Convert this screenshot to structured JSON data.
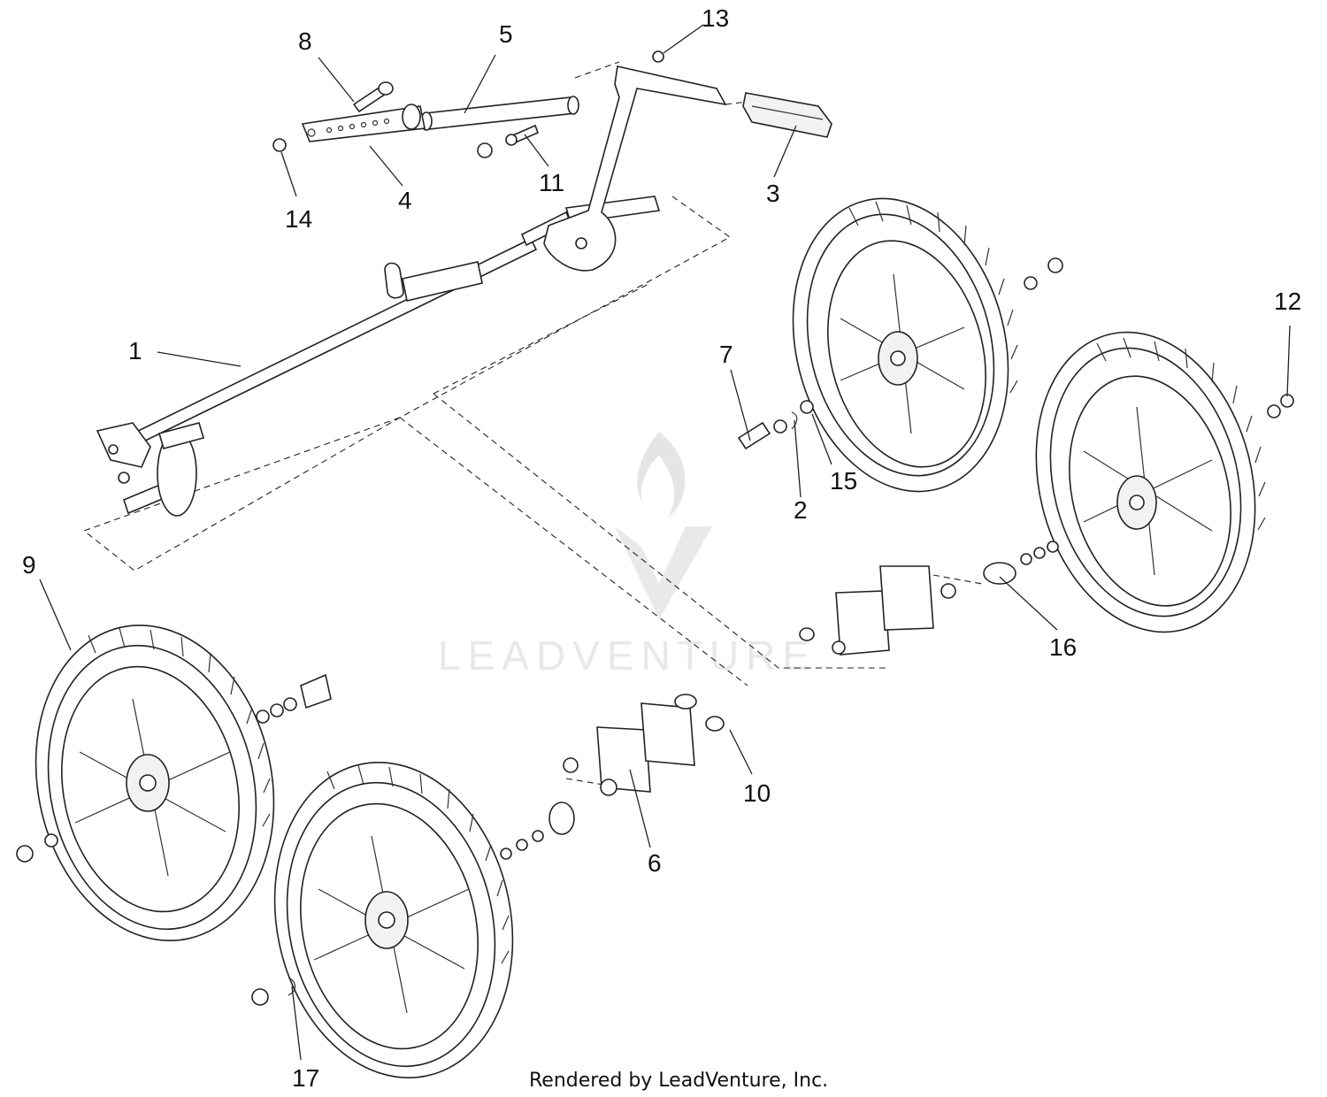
{
  "diagram": {
    "callouts": [
      {
        "id": "1",
        "label": "1"
      },
      {
        "id": "2",
        "label": "2"
      },
      {
        "id": "3",
        "label": "3"
      },
      {
        "id": "4",
        "label": "4"
      },
      {
        "id": "5",
        "label": "5"
      },
      {
        "id": "6",
        "label": "6"
      },
      {
        "id": "7",
        "label": "7"
      },
      {
        "id": "8",
        "label": "8"
      },
      {
        "id": "9",
        "label": "9"
      },
      {
        "id": "10",
        "label": "10"
      },
      {
        "id": "11",
        "label": "11"
      },
      {
        "id": "12",
        "label": "12"
      },
      {
        "id": "13",
        "label": "13"
      },
      {
        "id": "14",
        "label": "14"
      },
      {
        "id": "15",
        "label": "15"
      },
      {
        "id": "16",
        "label": "16"
      },
      {
        "id": "17",
        "label": "17"
      }
    ],
    "watermark": "LEADVENTURE",
    "footer": "Rendered by LeadVenture, Inc."
  }
}
